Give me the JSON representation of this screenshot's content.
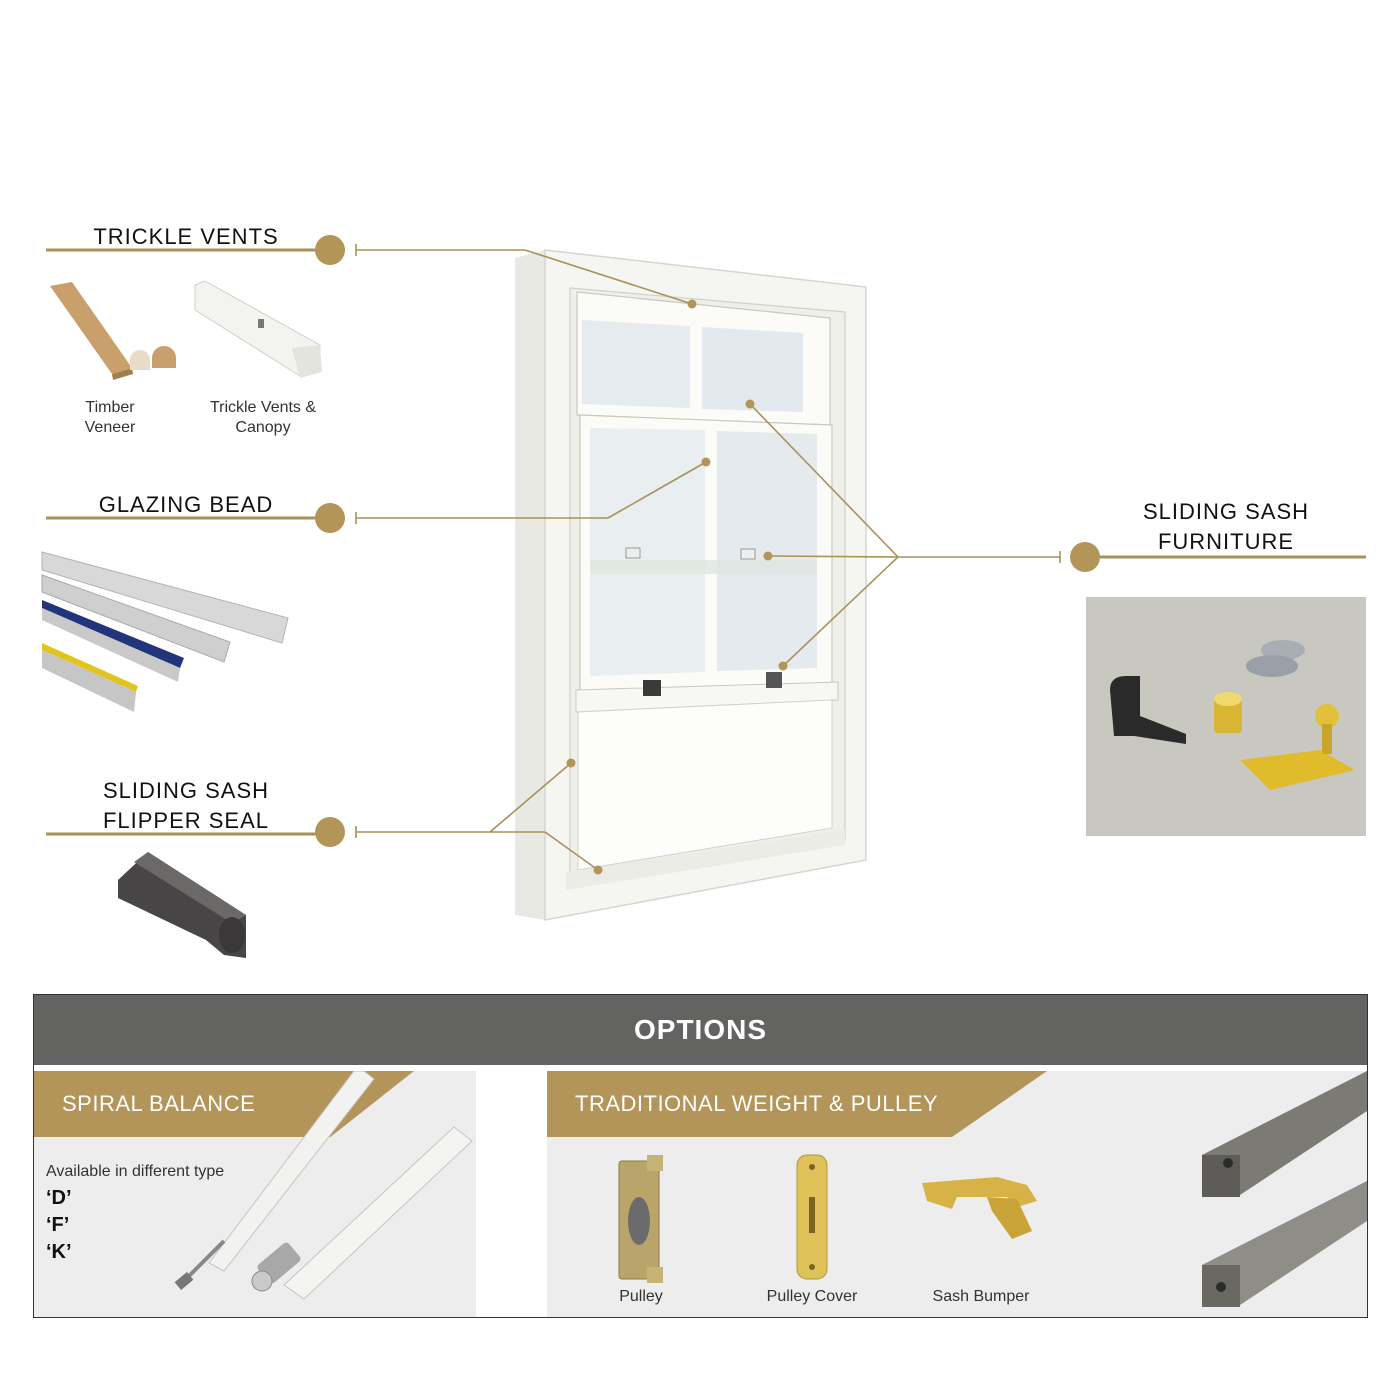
{
  "callouts": {
    "trickle_vents": "TRICKLE VENTS",
    "glazing_bead": "GLAZING BEAD",
    "flipper_seal_line1": "SLIDING SASH",
    "flipper_seal_line2": "FLIPPER SEAL",
    "furniture_line1": "SLIDING SASH",
    "furniture_line2": "FURNITURE"
  },
  "trickle_items": [
    {
      "line1": "Timber",
      "line2": "Veneer"
    },
    {
      "line1": "Trickle Vents &",
      "line2": "Canopy"
    }
  ],
  "options": {
    "header": "OPTIONS",
    "spiral": {
      "title": "SPIRAL BALANCE",
      "available": "Available in different type",
      "types": [
        "‘D’",
        "‘F’",
        "‘K’"
      ]
    },
    "weight": {
      "title": "TRADITIONAL WEIGHT & PULLEY",
      "items": [
        "Pulley",
        "Pulley Cover",
        "Sash Bumper"
      ]
    }
  },
  "colors": {
    "accent_gold": "#b3955a",
    "header_grey": "#636362",
    "panel_bg": "#ededed"
  }
}
